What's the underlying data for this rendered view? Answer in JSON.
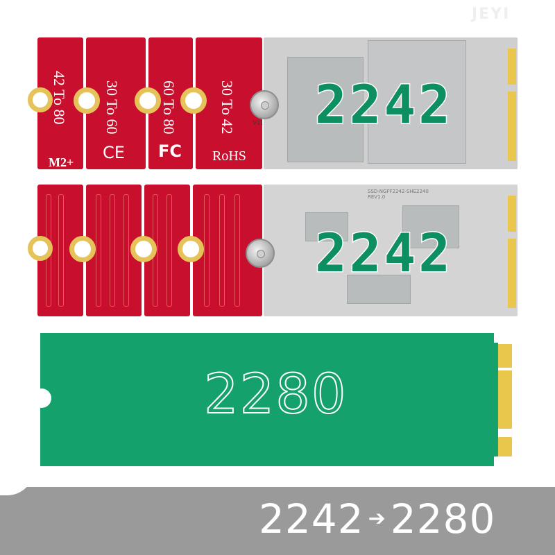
{
  "watermark": "JEYI",
  "board_top": {
    "segment_labels": [
      "42 To 80",
      "30 To 60",
      "60 To 80",
      "30 To 42"
    ],
    "markings": [
      "M2+",
      "CE",
      "FC",
      "RoHS"
    ],
    "small_mark": "V11",
    "ssd_size": "2242"
  },
  "board_middle": {
    "ssd_size": "2242",
    "pcb_text": "SSD-NGFF2242-SHE2240 REV1.0"
  },
  "board_bottom": {
    "ssd_size": "2280"
  },
  "caption": {
    "from": "2242",
    "arrow": "➔",
    "to": "2280"
  },
  "colors": {
    "adapter_red": "#c8102e",
    "ssd_green": "#15a16b",
    "label_green": "#0e8f62",
    "caption_gray": "#9a9a9a",
    "gold": "#e9c74d"
  }
}
